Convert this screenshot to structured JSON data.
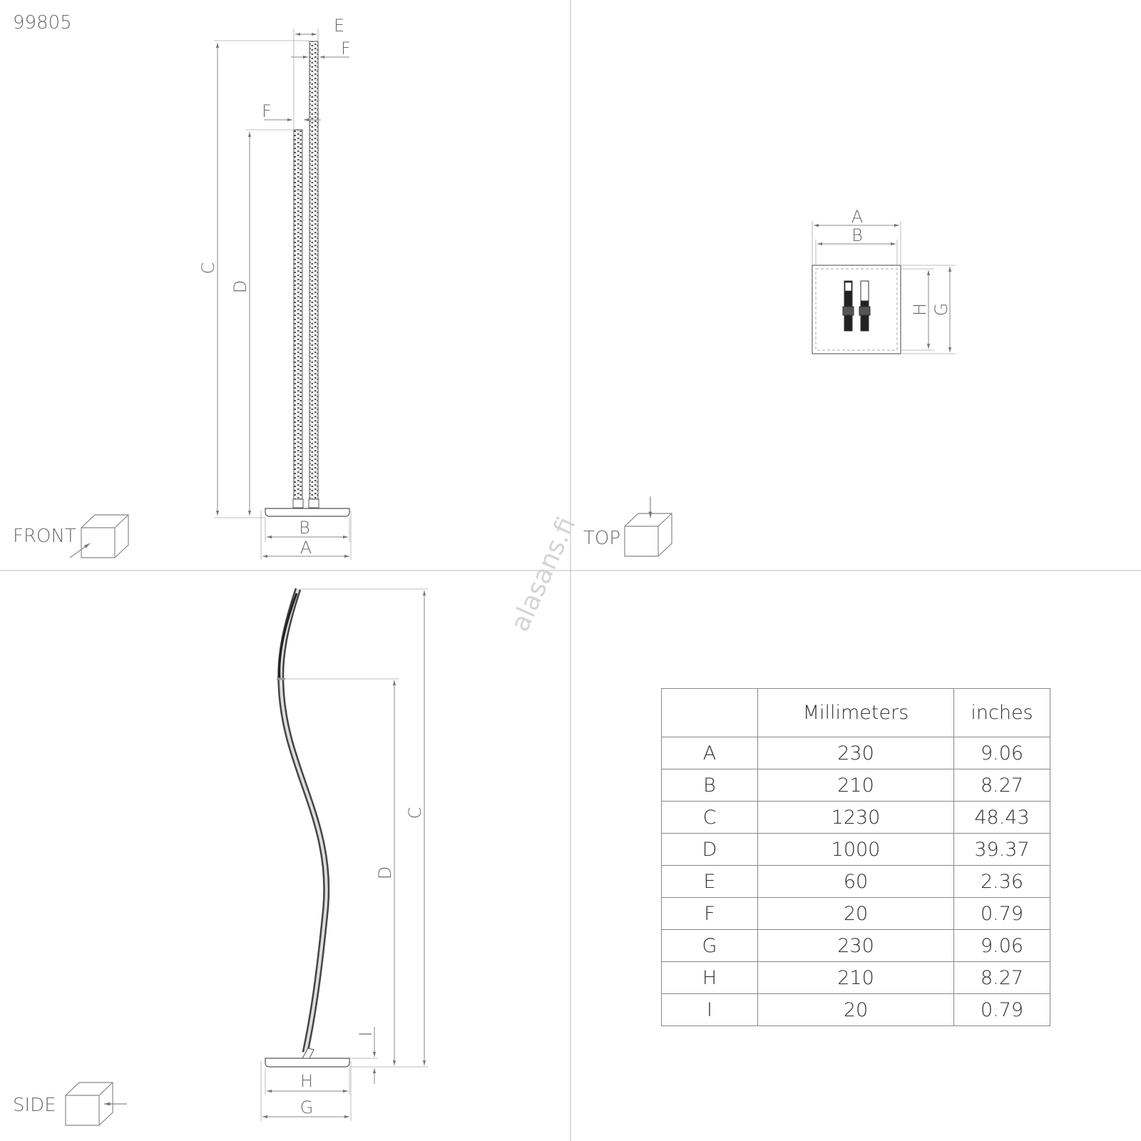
{
  "product_code": "99805",
  "watermark": "alasans.fi",
  "views": {
    "front": {
      "label": "FRONT"
    },
    "top": {
      "label": "TOP"
    },
    "side": {
      "label": "SIDE"
    }
  },
  "dimension_letters": {
    "A": "A",
    "B": "B",
    "C": "C",
    "D": "D",
    "E": "E",
    "F": "F",
    "G": "G",
    "H": "H",
    "I": "I"
  },
  "table": {
    "headers": [
      "",
      "Millimeters",
      "inches"
    ],
    "rows": [
      [
        "A",
        "230",
        "9.06"
      ],
      [
        "B",
        "210",
        "8.27"
      ],
      [
        "C",
        "1230",
        "48.43"
      ],
      [
        "D",
        "1000",
        "39.37"
      ],
      [
        "E",
        "60",
        "2.36"
      ],
      [
        "F",
        "20",
        "0.79"
      ],
      [
        "G",
        "230",
        "9.06"
      ],
      [
        "H",
        "210",
        "8.27"
      ],
      [
        "I",
        "20",
        "0.79"
      ]
    ]
  },
  "colors": {
    "line": "#888888",
    "text": "#6a6a6a",
    "lamp": "#333333"
  }
}
